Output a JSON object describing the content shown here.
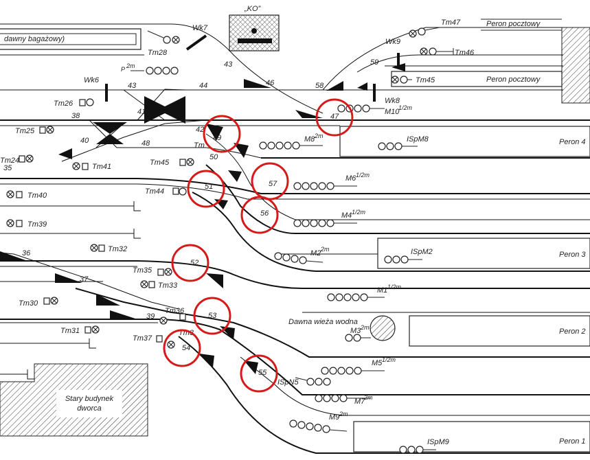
{
  "ko_box": {
    "label": "„KO”"
  },
  "buildings": {
    "old_station": {
      "line1": "Stary budynek",
      "line2": "dworca"
    },
    "water_tower": {
      "line1": "Dawna wieża wodna"
    }
  },
  "platforms": {
    "baggage": "dawny bagażowy)",
    "postal_top": "Peron pocztowy",
    "postal_mid": "Peron pocztowy",
    "p4": "Peron 4",
    "p3": "Peron 3",
    "p2": "Peron 2",
    "p1": "Peron 1"
  },
  "switch_numbers": {
    "n35": "35",
    "n36": "36",
    "n37": "37",
    "n38": "38",
    "n39": "39",
    "n40": "40",
    "n41": "41",
    "n42": "42",
    "n43a": "43",
    "n43b": "43",
    "n44": "44",
    "n46": "46",
    "n47": "47",
    "n48": "48",
    "n49": "49",
    "n50": "50",
    "n51": "51",
    "n52": "52",
    "n53": "53",
    "n54": "54",
    "n55": "55",
    "n56": "56",
    "n57": "57",
    "n58": "58",
    "n59": "59"
  },
  "signals": {
    "tm24": "Tm24",
    "tm25": "Tm25",
    "tm26": "Tm26",
    "tm28": "Tm28",
    "tm30": "Tm30",
    "tm31": "Tm31",
    "tm32": "Tm32",
    "tm33": "Tm33",
    "tm35": "Tm35",
    "tm36": "Tm36",
    "tm37": "Tm37",
    "tm38": "Tm3",
    "tm39": "Tm39",
    "tm40": "Tm40",
    "tm41": "Tm41",
    "tm44": "Tm44",
    "tm45": "Tm45",
    "tm45b": "Tm45",
    "tm46": "Tm46",
    "tm47": "Tm47",
    "tm_mid": "Tm",
    "m1": "M1",
    "m1_sup": "1/2m",
    "m2": "M2",
    "m2_sup": "2m",
    "m3": "M3",
    "m3_sup": "2m",
    "m4": "M4",
    "m4_sup": "1/2m",
    "m5": "M5",
    "m5_sup": "1/2m",
    "m6": "M6",
    "m6_sup": "1/2m",
    "m7": "M7",
    "m7_sup": "2m",
    "m8": "M8",
    "m8_sup": "2m",
    "m9": "M9",
    "m9_sup": "2m",
    "m10": "M10",
    "m10_sup": "1/2m",
    "p": "P",
    "p_sup": "2m",
    "ispm2": "ISpM2",
    "ispm8": "ISpM8",
    "ispm9": "ISpM9",
    "ispn5": "ISpN5"
  },
  "level_crossings": {
    "wk6": "Wk6",
    "wk7": "Wk7",
    "wk8": "Wk8",
    "wk9": "Wk9"
  },
  "highlight_color": "#d61a1a"
}
